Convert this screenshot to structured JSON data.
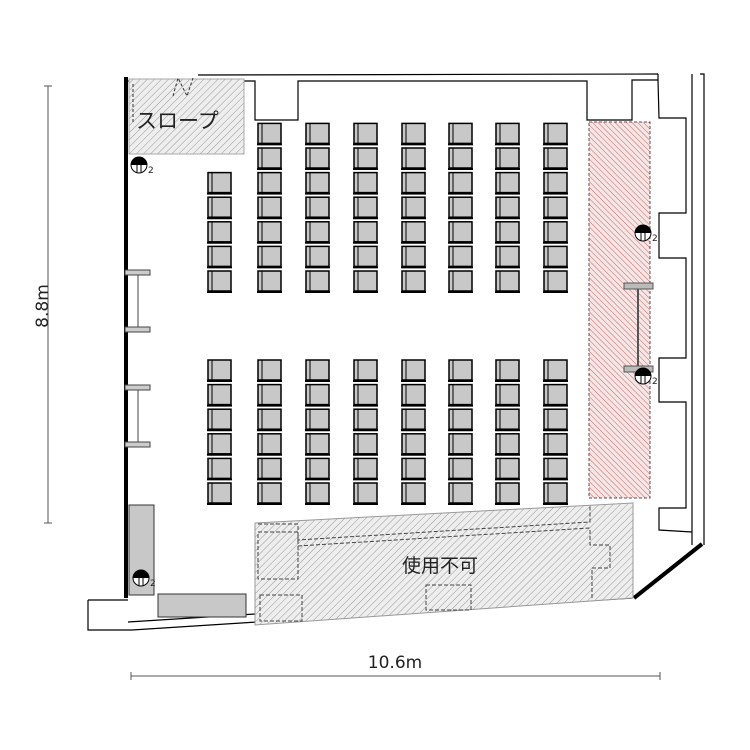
{
  "dimensions": {
    "height": "8.8m",
    "width": "10.6m"
  },
  "areas": {
    "slope": "スロープ",
    "unusable": "使用不可"
  },
  "outlet_label": "2",
  "seating": {
    "front_block": {
      "columns": 8,
      "rows_per_column": [
        5,
        7,
        7,
        7,
        7,
        7,
        7,
        7
      ]
    },
    "rear_block": {
      "columns": 8,
      "rows_per_column": [
        6,
        6,
        6,
        6,
        6,
        6,
        6,
        6
      ]
    }
  },
  "colors": {
    "seat": "#c8c8c8",
    "wall": "#000000",
    "restricted_hatch": "#c86464",
    "unusable_hatch": "#999999"
  }
}
